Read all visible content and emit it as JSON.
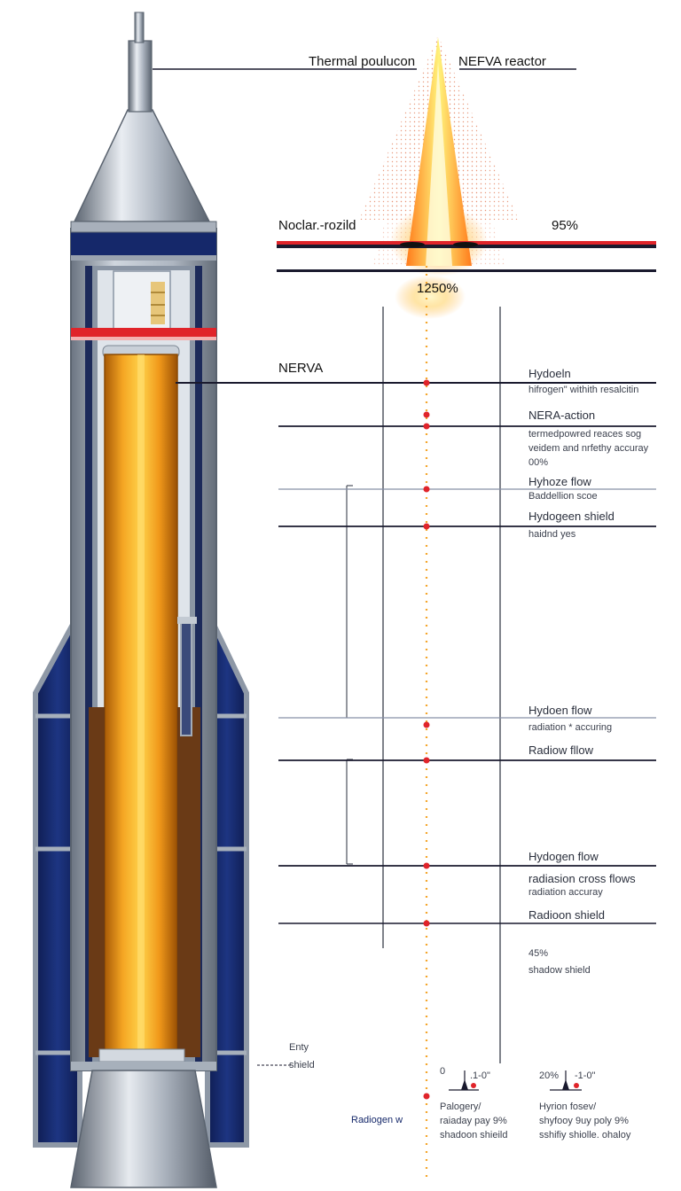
{
  "labels": {
    "thermal": "Thermal poulucon",
    "nerva_reactor": "NEFVA reactor",
    "noclar": "Noclar.-rozild",
    "pct_95": "95%",
    "pct_1250": "1250%",
    "nerva": "NERVA",
    "hydo_head": "Hydoeln",
    "hydo_sub": "hifrogen\" withith resalcitin",
    "nera_action": "NERA-action",
    "term_sub1": "termedpowred reaces sog",
    "term_sub2": "veidem and nrfethy accuray",
    "pct_00": "00%",
    "hyhoze": "Hyhoze flow",
    "baddeln": "Baddellion scoe",
    "hyd_shield": "Hydogeen shield",
    "haidnd": "haidnd yes",
    "hydoen_flow": "Hydoen flow",
    "radiation_acc": "radiation * accuring",
    "radiow": "Radiow fllow",
    "hydogen_flow": "Hydogen flow",
    "cross1": "radiasion cross flows",
    "cross2": "radiation accuray",
    "radioon": "Radioon shield",
    "pct_45": "45%",
    "shadow": "shadow shield",
    "enty1": "Enty",
    "enty2": "shield",
    "radiogen": "Radiogen w",
    "g1_left": "0",
    "g1_right": ".1-0\"",
    "g2_left": "20%",
    "g2_right": "-1-0\"",
    "fl1_1": "Palogery/",
    "fl1_2": "raiaday pay 9%",
    "fl1_3": "shadoon shieild",
    "fl2_1": "Hyrion fosev/",
    "fl2_2": "shyfooy 9uy poly 9%",
    "fl2_3": "sshifiy shiolle. ohaloy"
  },
  "colors": {
    "navy": "#15286a",
    "steel": "#8e98a6",
    "orange": "#f39a1c",
    "red": "#e0242a",
    "dot": "#f4a62c"
  }
}
